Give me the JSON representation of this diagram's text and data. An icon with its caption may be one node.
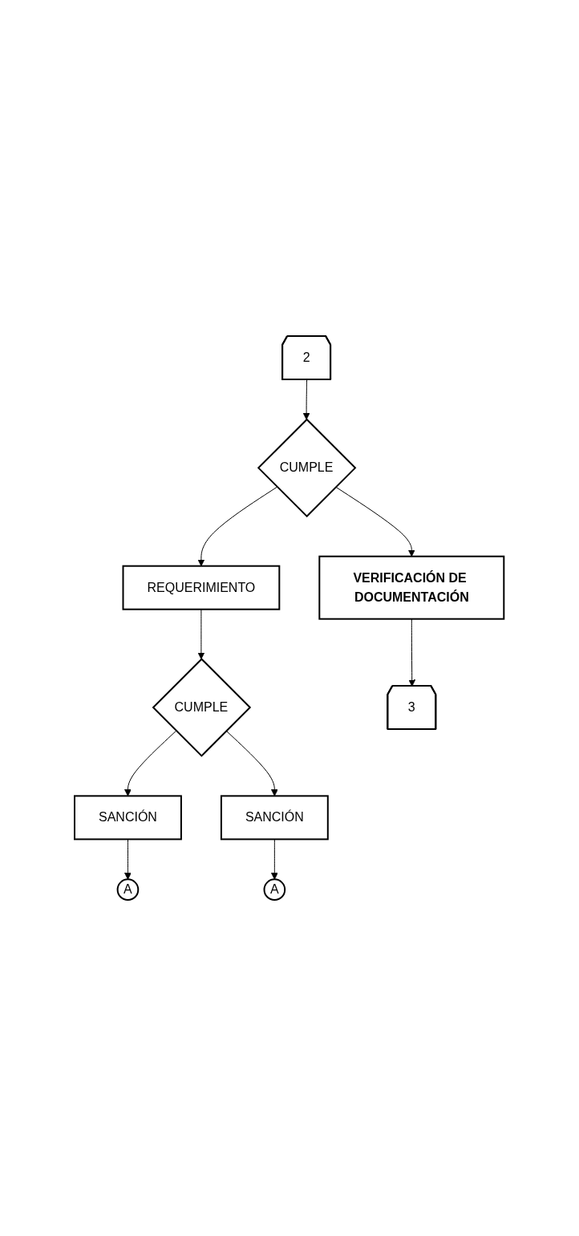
{
  "diagram": {
    "nodes": [
      {
        "text": [
          "2"
        ]
      },
      {
        "text": [
          "CUMPLE"
        ]
      },
      {
        "text": [
          "REQUERIMIENTO"
        ]
      },
      {
        "text": [
          "CUMPLE"
        ]
      },
      {
        "text": [
          "SANCIÓN"
        ]
      },
      {
        "text": [
          "A"
        ]
      },
      {
        "text": [
          "SANCIÓN"
        ]
      },
      {
        "text": [
          "A"
        ]
      },
      {
        "text": [
          "VERIFICACIÓN DE DOCUMENTACIÓN"
        ]
      },
      {
        "text": [
          "3"
        ]
      }
    ],
    "edges": [
      {
        "from": 0,
        "to": 1,
        "arrow": "to"
      },
      {
        "from": 1,
        "to": 2,
        "arrow": "to"
      },
      {
        "from": 1,
        "to": 8,
        "arrow": "to"
      },
      {
        "from": 2,
        "to": 3,
        "arrow": "to"
      },
      {
        "from": 3,
        "to": 4,
        "arrow": "to"
      },
      {
        "from": 4,
        "to": 5,
        "arrow": "to"
      },
      {
        "from": 3,
        "to": 6,
        "arrow": "to"
      },
      {
        "from": 6,
        "to": 7,
        "arrow": "to"
      },
      {
        "from": 8,
        "to": 9,
        "arrow": "to"
      }
    ]
  }
}
